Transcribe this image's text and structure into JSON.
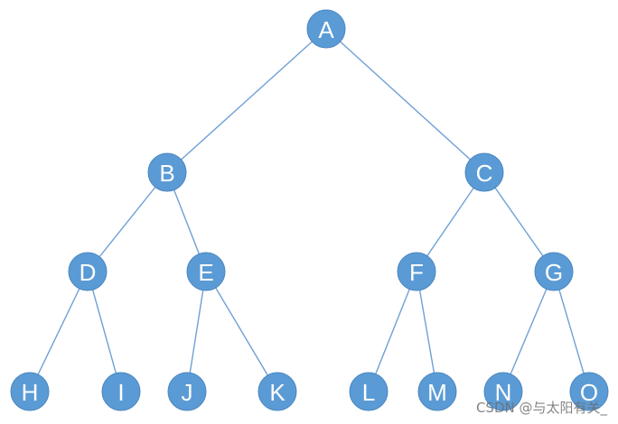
{
  "tree": {
    "nodes": [
      {
        "id": "A",
        "label": "A"
      },
      {
        "id": "B",
        "label": "B"
      },
      {
        "id": "C",
        "label": "C"
      },
      {
        "id": "D",
        "label": "D"
      },
      {
        "id": "E",
        "label": "E"
      },
      {
        "id": "F",
        "label": "F"
      },
      {
        "id": "G",
        "label": "G"
      },
      {
        "id": "H",
        "label": "H"
      },
      {
        "id": "I",
        "label": "I"
      },
      {
        "id": "J",
        "label": "J"
      },
      {
        "id": "K",
        "label": "K"
      },
      {
        "id": "L",
        "label": "L"
      },
      {
        "id": "M",
        "label": "M"
      },
      {
        "id": "N",
        "label": "N"
      },
      {
        "id": "O",
        "label": "O"
      }
    ],
    "edges": [
      [
        "A",
        "B"
      ],
      [
        "A",
        "C"
      ],
      [
        "B",
        "D"
      ],
      [
        "B",
        "E"
      ],
      [
        "C",
        "F"
      ],
      [
        "C",
        "G"
      ],
      [
        "D",
        "H"
      ],
      [
        "D",
        "I"
      ],
      [
        "E",
        "J"
      ],
      [
        "E",
        "K"
      ],
      [
        "F",
        "L"
      ],
      [
        "F",
        "M"
      ],
      [
        "G",
        "N"
      ],
      [
        "G",
        "O"
      ]
    ]
  },
  "colors": {
    "node_fill": "#5b9bd5",
    "edge_stroke": "#6fa0d6",
    "label": "#ffffff"
  },
  "watermark": {
    "text": "CSDN @与太阳有关_"
  }
}
